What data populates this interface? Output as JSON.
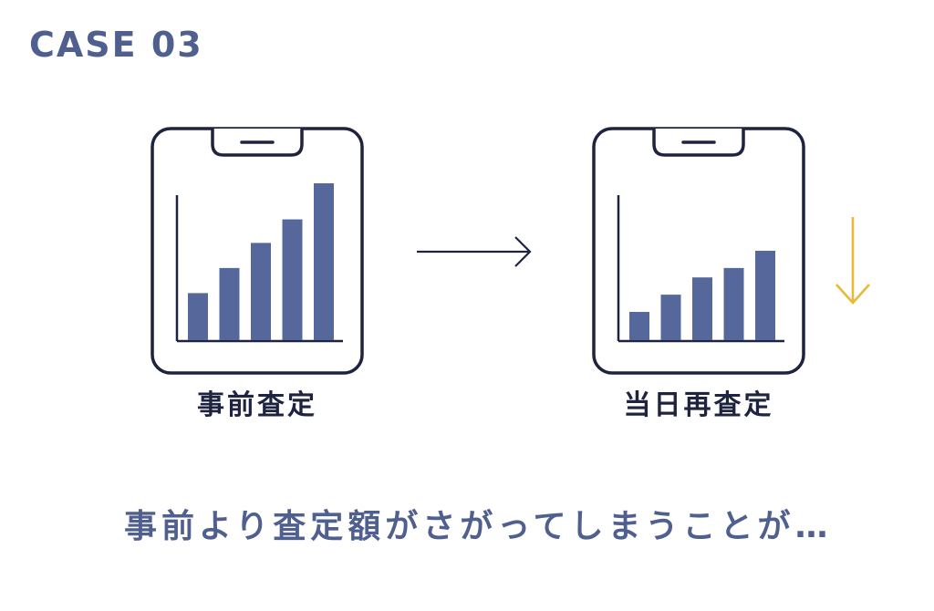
{
  "case_label": "CASE 03",
  "colors": {
    "accent": "#4f5f8e",
    "outline": "#1e2440",
    "bar": "#55679b",
    "down_arrow": "#e8b93c"
  },
  "icons": {
    "flow": "arrow-right-icon",
    "decrease": "arrow-down-icon"
  },
  "before": {
    "caption": "事前査定",
    "bar_levels": [
      0.3,
      0.46,
      0.62,
      0.77,
      1.0
    ]
  },
  "after": {
    "caption": "当日再査定",
    "bar_levels": [
      0.18,
      0.29,
      0.4,
      0.46,
      0.57
    ]
  },
  "message": "事前より査定額がさがってしまうことが…"
}
